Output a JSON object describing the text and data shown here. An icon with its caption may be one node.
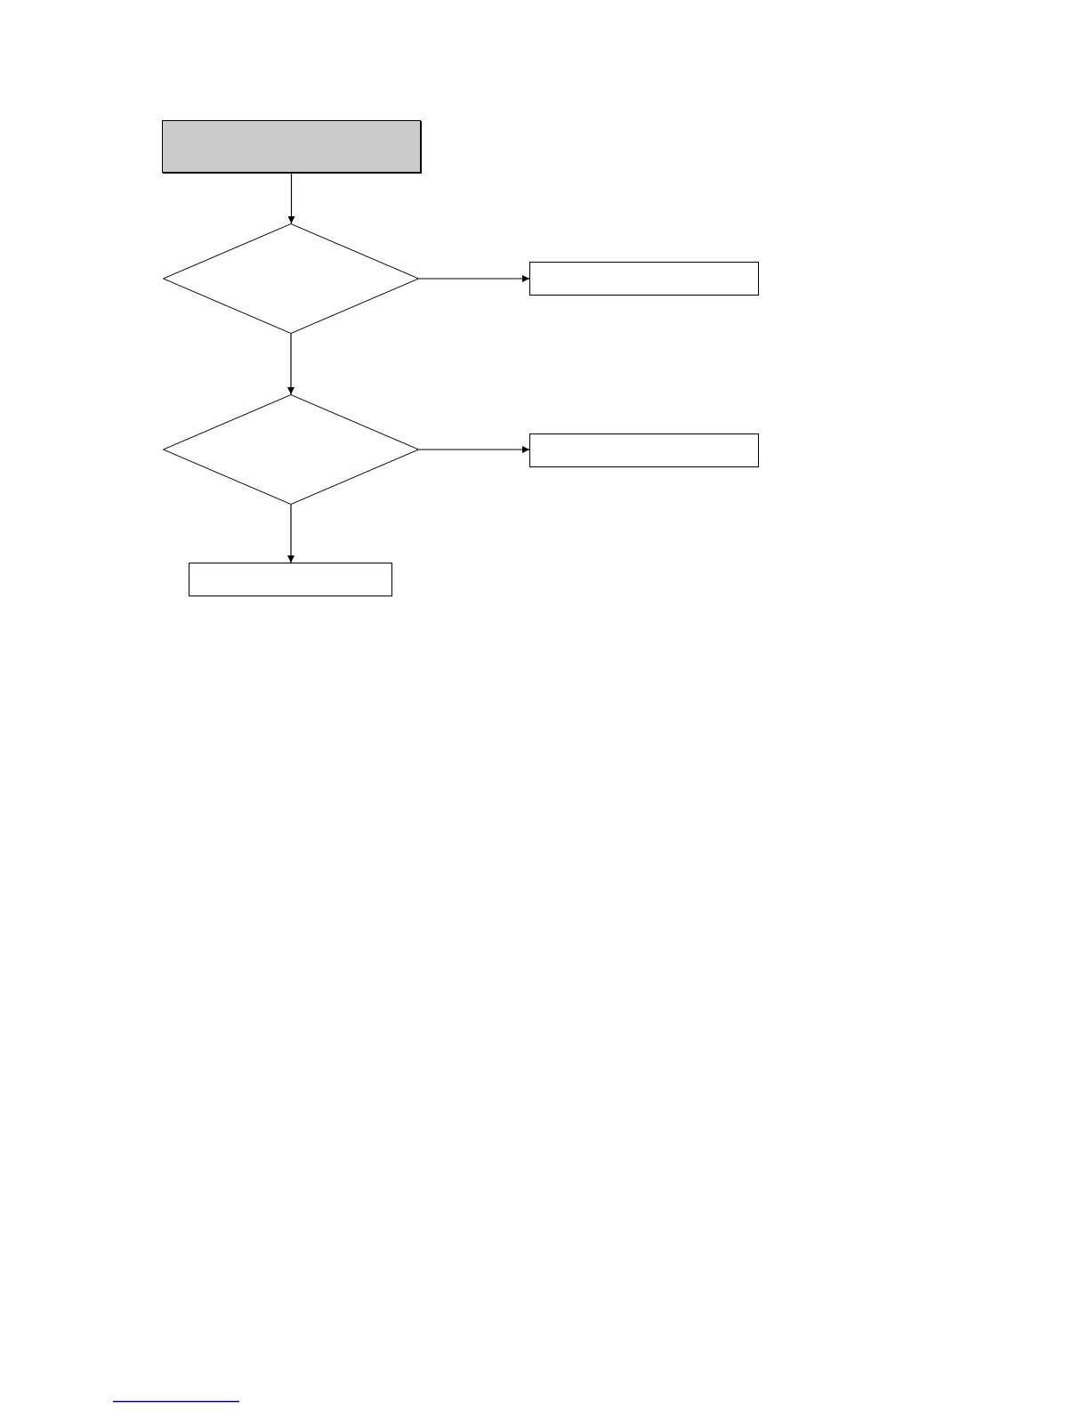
{
  "diagram": {
    "nodes": [
      {
        "text": [],
        "shape": "box"
      },
      {
        "text": [],
        "shape": "diamond"
      },
      {
        "text": [],
        "shape": "box"
      },
      {
        "text": [],
        "shape": "diamond"
      },
      {
        "text": [],
        "shape": "box"
      },
      {
        "text": [],
        "shape": "box"
      }
    ],
    "edges": [
      {
        "from": 0,
        "to": 1,
        "arrow": "to"
      },
      {
        "from": 1,
        "to": 2,
        "arrow": "to"
      },
      {
        "from": 1,
        "to": 3,
        "arrow": "to"
      },
      {
        "from": 3,
        "to": 4,
        "arrow": "to"
      },
      {
        "from": 3,
        "to": 5,
        "arrow": "to"
      }
    ]
  }
}
